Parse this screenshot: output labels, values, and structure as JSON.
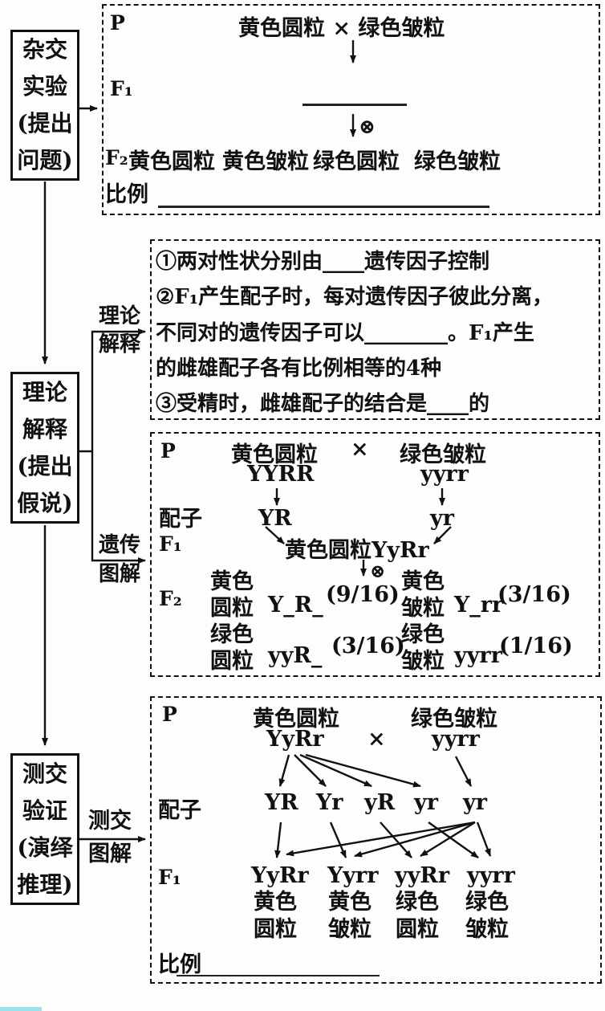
{
  "palette": {
    "ink": "#111111",
    "paper": "#fdfdfc",
    "accent_stripe": "#8adde9"
  },
  "flow": {
    "stage1": {
      "label_lines": [
        "杂交",
        "实验",
        "(提出",
        "问题)"
      ]
    },
    "stage2": {
      "label_lines": [
        "理论",
        "解释",
        "(提出",
        "假说)"
      ]
    },
    "stage3": {
      "label_lines": [
        "测交",
        "验证",
        "(演绎",
        "推理)"
      ]
    },
    "connector1": {
      "line1": "理论",
      "line2": "解释"
    },
    "connector2": {
      "line1": "遗传",
      "line2": "图解"
    },
    "connector3": {
      "line1": "测交",
      "line2": "图解"
    }
  },
  "box1": {
    "p_label": "P",
    "p_cross": "黄色圆粒 × 绿色皱粒",
    "f1_label": "F₁",
    "selfing_symbol": "⊗",
    "f2_label": "F₂",
    "f2_phenotypes": [
      "黄色圆粒",
      "黄色皱粒",
      "绿色圆粒",
      "绿色皱粒"
    ],
    "ratio_label": "比例"
  },
  "box2": {
    "lines": [
      "①两对性状分别由____遗传因子控制",
      "②F₁产生配子时，每对遗传因子彼此分离，",
      "不同对的遗传因子可以________。F₁产生",
      "的雌雄配子各有比例相等的4种",
      "③受精时，雌雄配子的结合是____的"
    ]
  },
  "box3": {
    "p_label": "P",
    "father_phenotype": "黄色圆粒",
    "cross_symbol": "×",
    "mother_phenotype": "绿色皱粒",
    "father_genotype": "YYRR",
    "mother_genotype": "yyrr",
    "gametes_label": "配子",
    "father_gamete": "YR",
    "mother_gamete": "yr",
    "f1_label": "F₁",
    "f1_result": "黄色圆粒YyRr",
    "selfing_symbol": "⊗",
    "f2_label": "F₂",
    "f2_groups": [
      {
        "phenotype_line1": "黄色",
        "phenotype_line2": "圆粒",
        "genotype": "Y_R_",
        "ratio": "(9/16)"
      },
      {
        "phenotype_line1": "黄色",
        "phenotype_line2": "皱粒",
        "genotype": "Y_rr",
        "ratio": "(3/16)"
      },
      {
        "phenotype_line1": "绿色",
        "phenotype_line2": "圆粒",
        "genotype": "yyR_",
        "ratio": "(3/16)"
      },
      {
        "phenotype_line1": "绿色",
        "phenotype_line2": "皱粒",
        "genotype": "yyrr",
        "ratio": "(1/16)"
      }
    ]
  },
  "box4": {
    "p_label": "P",
    "father_phenotype": "黄色圆粒",
    "father_genotype": "YyRr",
    "cross_symbol": "×",
    "mother_phenotype": "绿色皱粒",
    "mother_genotype": "yyrr",
    "gametes_label": "配子",
    "gametes": [
      "YR",
      "Yr",
      "yR",
      "yr",
      "yr"
    ],
    "f1_label": "F₁",
    "offspring": [
      {
        "genotype": "YyRr",
        "phenotype_line1": "黄色",
        "phenotype_line2": "圆粒"
      },
      {
        "genotype": "Yyrr",
        "phenotype_line1": "黄色",
        "phenotype_line2": "皱粒"
      },
      {
        "genotype": "yyRr",
        "phenotype_line1": "绿色",
        "phenotype_line2": "圆粒"
      },
      {
        "genotype": "yyrr",
        "phenotype_line1": "绿色",
        "phenotype_line2": "皱粒"
      }
    ],
    "ratio_label": "比例"
  }
}
